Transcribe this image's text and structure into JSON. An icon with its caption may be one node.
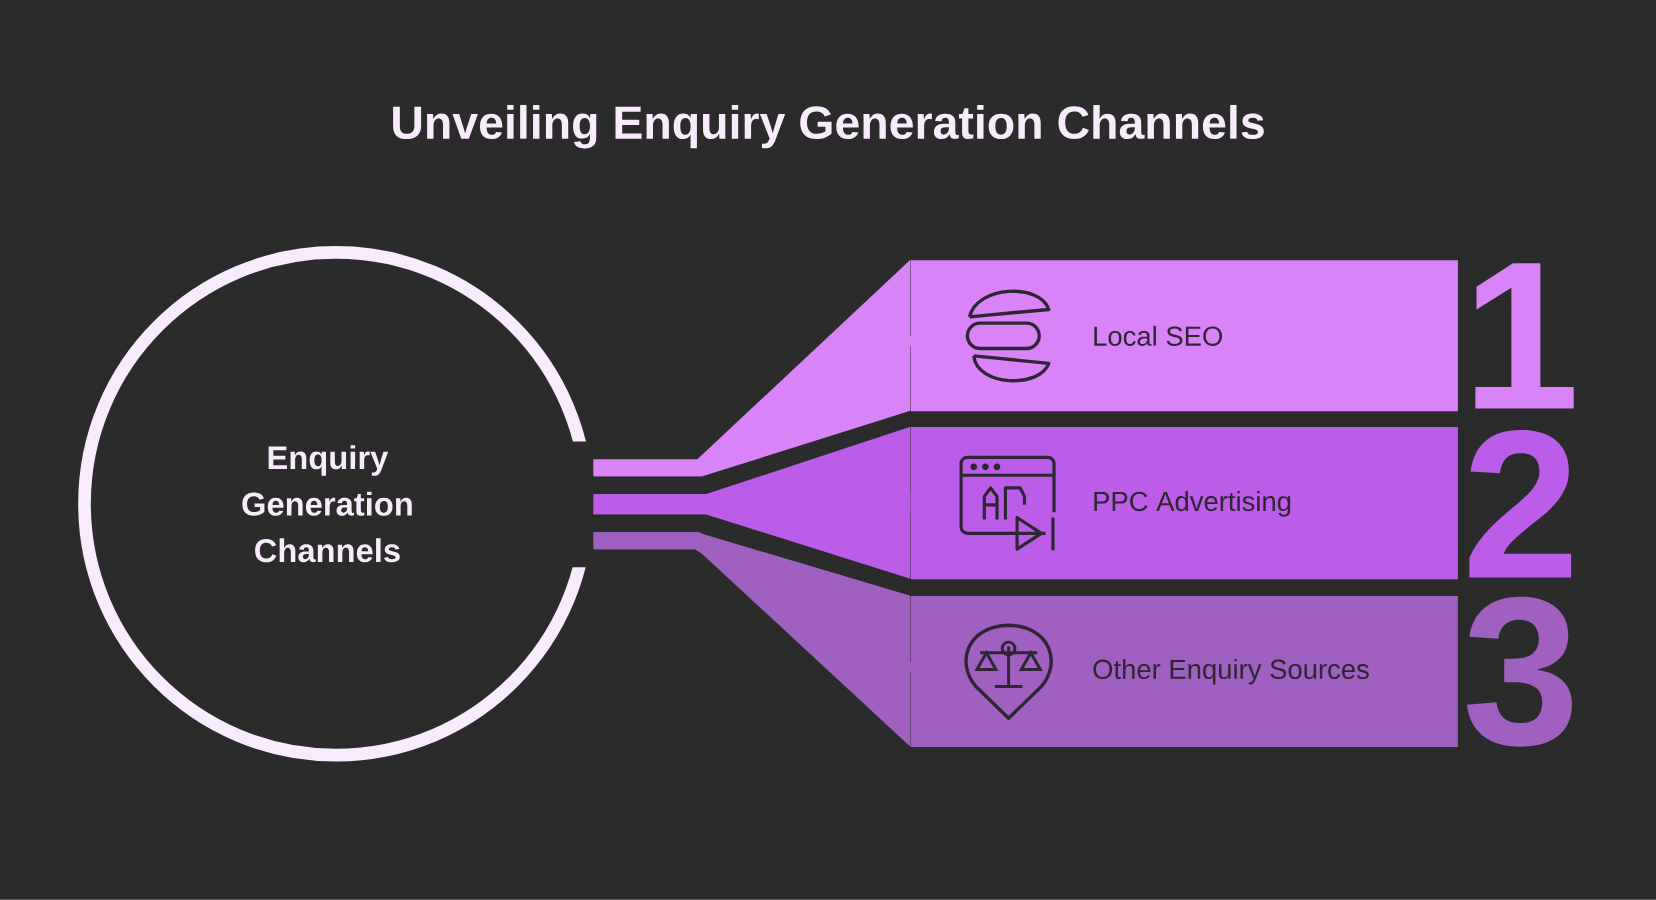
{
  "diagram": {
    "title": "Unveiling Enquiry Generation Channels",
    "nodes": [
      {
        "text": [
          "Enquiry Generation Channels"
        ]
      },
      {
        "text": [
          "Local SEO",
          "1"
        ]
      },
      {
        "text": [
          "PPC Advertising",
          "2"
        ]
      },
      {
        "text": [
          "Other Enquiry Sources",
          "3"
        ]
      }
    ],
    "edges": [
      {
        "from": 0,
        "to": 1,
        "arrow": "none",
        "color": "#d884f8"
      },
      {
        "from": 0,
        "to": 2,
        "arrow": "none",
        "color": "#bb5de8"
      },
      {
        "from": 0,
        "to": 3,
        "arrow": "none",
        "color": "#a060c0"
      }
    ]
  }
}
